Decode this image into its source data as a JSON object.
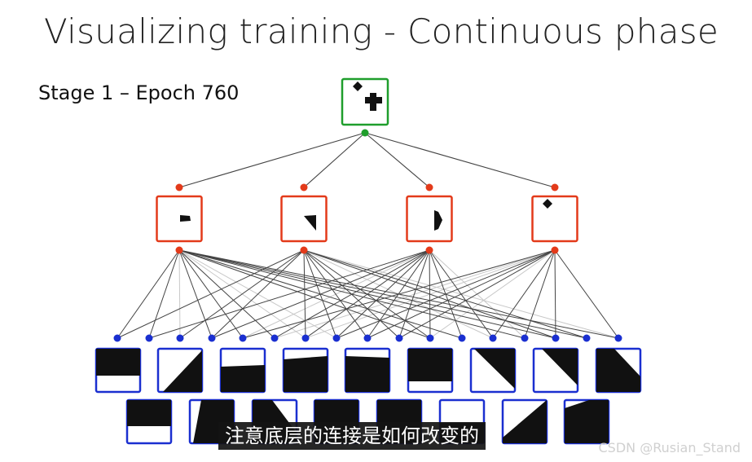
{
  "title": "Visualizing training - Continuous phase",
  "stage_label": "Stage 1 – Epoch 760",
  "subtitle": "注意底层的连接是如何改变的",
  "watermark": "CSDN @Rusian_Stand",
  "colors": {
    "root": "#1f9e2c",
    "mid": "#e33a1a",
    "leaf": "#1a2fd0",
    "edge": "#444444",
    "edge_faint": "#c8c8c8",
    "fill": "#111111"
  },
  "diagram": {
    "levels": [
      "root",
      "mid",
      "leaf"
    ],
    "root_count": 1,
    "mid_count": 4,
    "leaf_top_row_count": 9,
    "leaf_bottom_row_count": 8
  }
}
